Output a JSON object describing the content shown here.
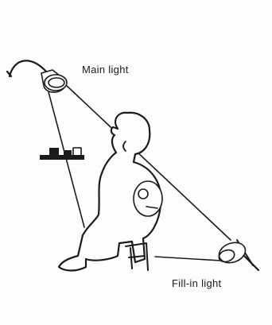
{
  "labels": {
    "main_light": "Main light",
    "fill_light": "Fill-in light"
  },
  "icons": {
    "main_light": "spotlight-lamp-icon",
    "fill_light": "spotlight-lamp-icon",
    "subject": "seated-person-silhouette",
    "stool": "stool-icon",
    "shelf": "shelf-with-objects-icon"
  },
  "colors": {
    "ink": "#1a1a1a",
    "paper": "#fdfdfb"
  }
}
